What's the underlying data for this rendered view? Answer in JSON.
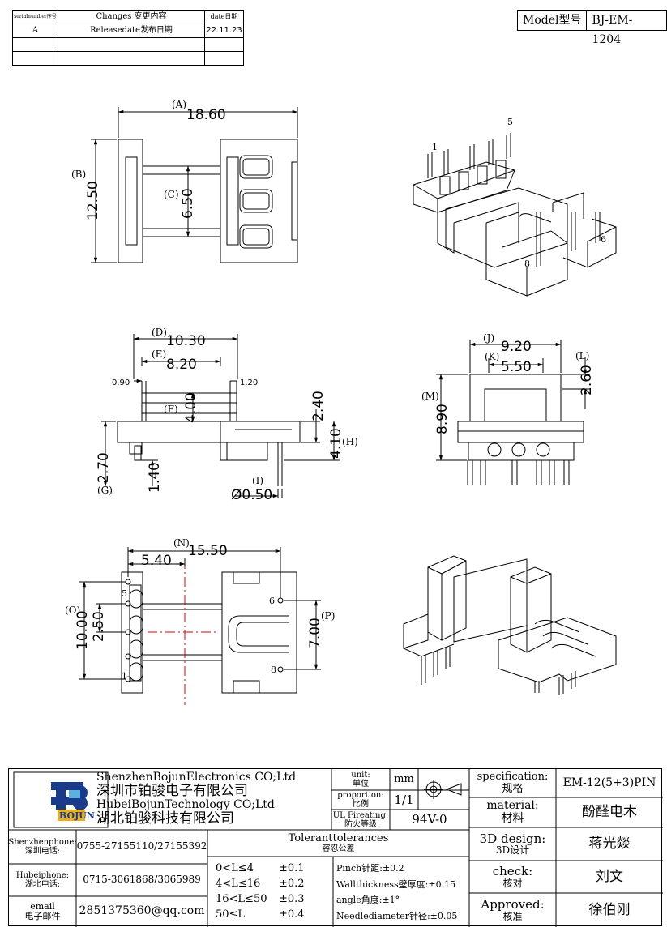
{
  "revision_table": {
    "headers": [
      "serialnumber序号",
      "Changes 变更内容",
      "date日期"
    ],
    "rows": [
      [
        "A",
        "Releasedate发布日期",
        "22.11.23"
      ],
      [
        "",
        "",
        ""
      ],
      [
        "",
        "",
        ""
      ]
    ]
  },
  "model": {
    "label": "Model型号",
    "value": "BJ-EM-1204"
  },
  "top_view": {
    "dim_a": "18.60",
    "tag_a": "(A)",
    "dim_b": "12.50",
    "tag_b": "(B)",
    "dim_c": "6.50",
    "tag_c": "(C)"
  },
  "side_view": {
    "dim_d": "10.30",
    "tag_d": "(D)",
    "dim_e": "8.20",
    "tag_e": "(E)",
    "dim_f": "4.00",
    "tag_f": "(F)",
    "dim_g": "2.70",
    "tag_g": "(G)",
    "dim_h": "4.10",
    "tag_h": "(H)",
    "dim_i": "Ø0.50",
    "tag_i": "(I)",
    "dim_small_left": "0.90",
    "dim_small_right": "1.20",
    "dim_2_40": "2.40",
    "dim_1_40": "1.40"
  },
  "front_view": {
    "dim_j": "9.20",
    "tag_j": "(J)",
    "dim_k": "5.50",
    "tag_k": "(K)",
    "dim_l": "2.60",
    "tag_l": "(L)",
    "dim_m": "8.90",
    "tag_m": "(M)"
  },
  "bottom_view": {
    "dim_n": "15.50",
    "tag_n": "(N)",
    "dim_5_40": "5.40",
    "dim_o": "10.00",
    "tag_o": "(O)",
    "dim_2_50": "2.50",
    "dim_p": "7.00",
    "tag_p": "(P)",
    "pins": [
      "5",
      "1",
      "6",
      "8"
    ]
  },
  "iso_pins": [
    "1",
    "5",
    "6",
    "8"
  ],
  "title_block": {
    "company_en_1": "ShenzhenBojunElectronics CO;Ltd",
    "company_cn_1": "深圳市铂骏电子有限公司",
    "company_en_2": "HubeiBojunTechnology CO;Ltd",
    "company_cn_2": "湖北铂骏科技有限公司",
    "logo_text": "BOJUN",
    "unit_label": "unit:",
    "unit_label_cn": "单位",
    "unit_value": "mm",
    "proportion_label": "proportion:",
    "proportion_label_cn": "比例",
    "proportion_value": "1/1",
    "ul_label": "UL Fireating:",
    "ul_label_cn": "防火等级",
    "ul_value": "94V-0",
    "spec_label": "specification:",
    "spec_label_cn": "规格",
    "spec_value": "EM-12(5+3)PIN",
    "material_label": "material:",
    "material_label_cn": "材料",
    "material_value": "酚醛电木",
    "design_label": "3D design:",
    "design_label_cn": "3D设计",
    "design_value": "蒋光燚",
    "check_label": "check:",
    "check_label_cn": "核对",
    "check_value": "刘文",
    "approved_label": "Approved:",
    "approved_label_cn": "核准",
    "approved_value": "徐伯刚",
    "sz_phone_label": "Shenzhenphone:",
    "sz_phone_label_cn": "深圳电话:",
    "sz_phone": "0755-27155110/27155392",
    "hb_phone_label": "Hubeiphone:",
    "hb_phone_label_cn": "湖北电话:",
    "hb_phone": "0715-3061868/3065989",
    "email_label": "email",
    "email_label_cn": "电子邮件",
    "email": "2851375360@qq.com",
    "tol_title": "Toleranttolerances",
    "tol_title_cn": "容忍公差",
    "tol_rows": [
      [
        "0<L≤4",
        "±0.1"
      ],
      [
        "4<L≤16",
        "±0.2"
      ],
      [
        "16<L≤50",
        "±0.3"
      ],
      [
        "50≤L",
        "±0.4"
      ]
    ],
    "pinch": "Pinch针距:±0.2",
    "wall": "Wallthickness壁厚度:±0.15",
    "angle": "angle角度:±1°",
    "needle": "Needlediameter针径:±0.05"
  }
}
